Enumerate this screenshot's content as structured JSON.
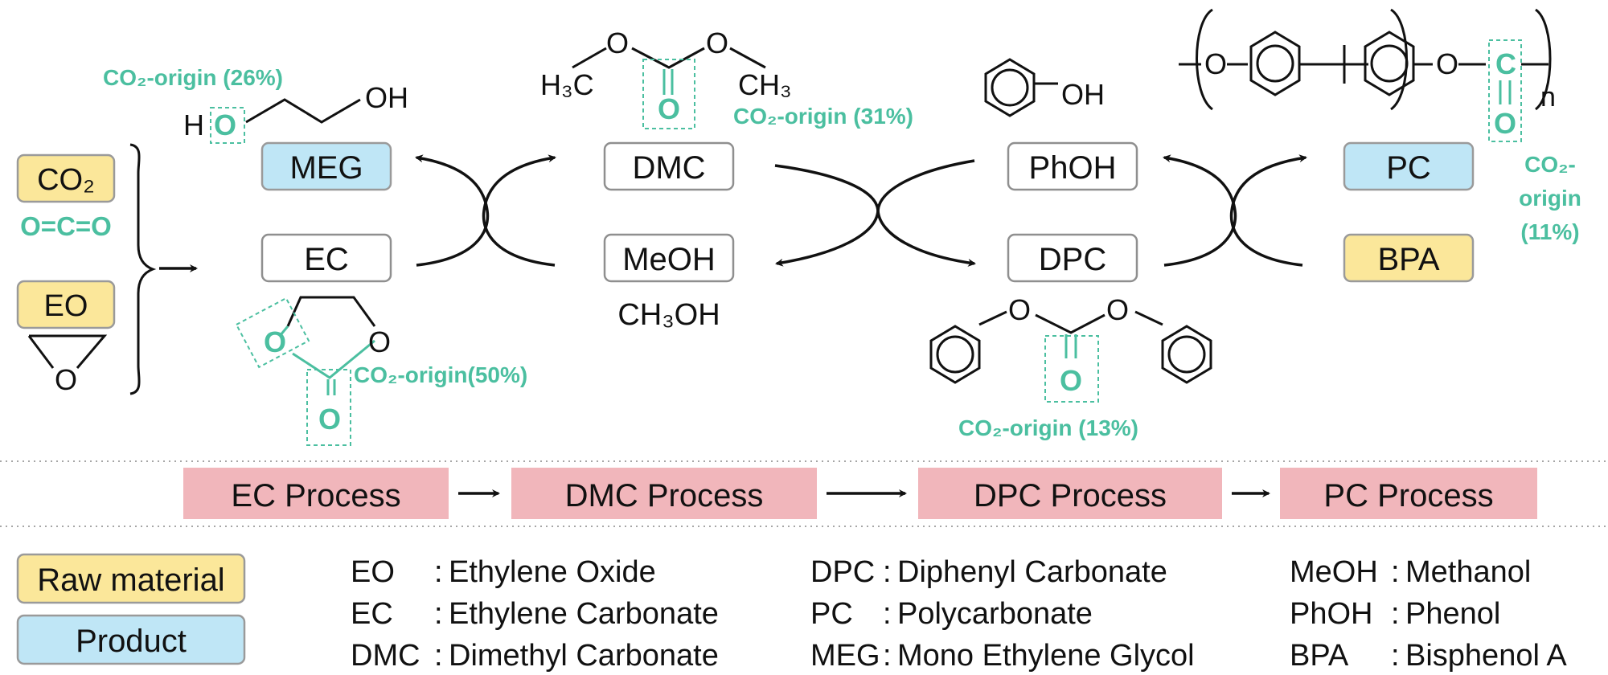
{
  "raw_materials": {
    "co2": {
      "label": "CO₂",
      "formula": "O=C=O"
    },
    "eo": {
      "label": "EO",
      "ring_o": "O"
    }
  },
  "compounds": {
    "meg": "MEG",
    "ec": "EC",
    "dmc": "DMC",
    "meoh": "MeOH",
    "meoh_formula": "CH₃OH",
    "phoh": "PhOH",
    "dpc": "DPC",
    "pc": "PC",
    "bpa": "BPA"
  },
  "structure_text": {
    "meg_h": "H",
    "meg_o": "O",
    "meg_oh": "OH",
    "dmc_o_left": "O",
    "dmc_o_right": "O",
    "dmc_carbonyl_o": "O",
    "dmc_h3c": "H₃C",
    "dmc_ch3": "CH₃",
    "phoh_oh": "OH",
    "ec_o_left": "O",
    "ec_o_right": "O",
    "ec_carbonyl_o": "O",
    "dpc_o_left": "O",
    "dpc_o_right": "O",
    "dpc_carbonyl_o": "O",
    "pc_o1": "O",
    "pc_o2": "O",
    "pc_c": "C",
    "pc_carbonyl_o": "O",
    "pc_n": "n"
  },
  "co2_origin": {
    "meg": "CO₂-origin (26%)",
    "dmc": "CO₂-origin (31%)",
    "ec": "CO₂-origin(50%)",
    "dpc": "CO₂-origin (13%)",
    "pc_line1": "CO₂-",
    "pc_line2": "origin",
    "pc_line3": "(11%)"
  },
  "processes": [
    "EC Process",
    "DMC Process",
    "DPC Process",
    "PC Process"
  ],
  "legend": {
    "raw_material": "Raw material",
    "product": "Product"
  },
  "abbreviations": [
    {
      "abbr": "EO",
      "sep": ":",
      "name": "Ethylene Oxide"
    },
    {
      "abbr": "EC",
      "sep": ":",
      "name": "Ethylene Carbonate"
    },
    {
      "abbr": "DMC",
      "sep": ":",
      "name": "Dimethyl Carbonate"
    },
    {
      "abbr": "DPC",
      "sep": ":",
      "name": "Diphenyl Carbonate"
    },
    {
      "abbr": "PC",
      "sep": ":",
      "name": "Polycarbonate"
    },
    {
      "abbr": "MEG",
      "sep": ":",
      "name": "Mono Ethylene Glycol"
    },
    {
      "abbr": "MeOH",
      "sep": ":",
      "name": "Methanol"
    },
    {
      "abbr": "PhOH",
      "sep": ":",
      "name": "Phenol"
    },
    {
      "abbr": "BPA",
      "sep": ":",
      "name": "Bisphenol A"
    }
  ],
  "colors": {
    "raw_material": "#fbe79a",
    "product": "#bfe6f6",
    "process": "#f1b6bb",
    "co2_origin": "#4bbfa0"
  }
}
